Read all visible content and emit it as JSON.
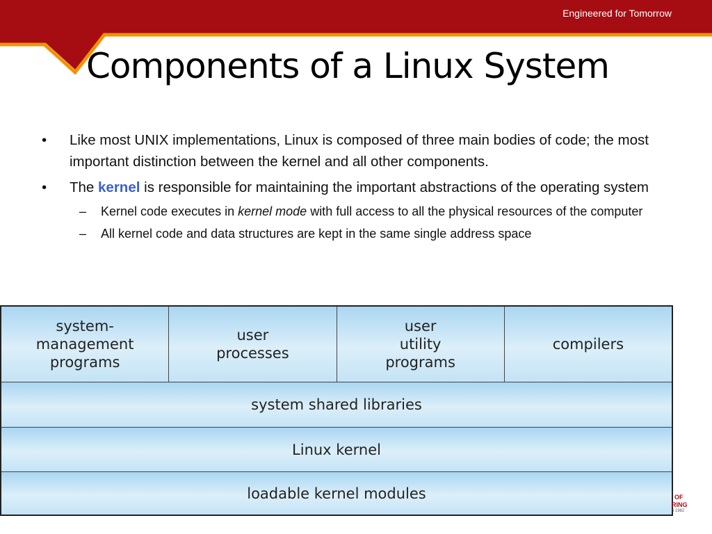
{
  "header": {
    "tagline": "Engineered for Tomorrow",
    "brand_color": "#a50d12",
    "accent_color": "#f39200"
  },
  "title": "Components of a Linux System",
  "bullets": [
    {
      "pre": "Like most UNIX implementations, Linux is composed of three main bodies of code; the most important distinction between the kernel and all other components."
    },
    {
      "pre": "The ",
      "keyword": "kernel",
      "post": " is responsible for maintaining the important abstractions of the operating system"
    }
  ],
  "sub_bullets": [
    {
      "pre": "Kernel code executes in ",
      "italic": "kernel mode",
      "post": " with full access to all the physical resources of the computer"
    },
    {
      "pre": "All kernel code and data structures are kept in the same single address space"
    }
  ],
  "diagram": {
    "top_row": [
      {
        "lines": [
          "system-",
          "management",
          "programs"
        ]
      },
      {
        "lines": [
          "user",
          "processes"
        ]
      },
      {
        "lines": [
          "user",
          "utility",
          "programs"
        ]
      },
      {
        "lines": [
          "compilers"
        ]
      }
    ],
    "layers": [
      "system shared libraries",
      "Linux kernel",
      "loadable kernel modules"
    ]
  },
  "logo_fragment": {
    "line1": "OF",
    "line2": "RING",
    "line3": "n 1982"
  }
}
